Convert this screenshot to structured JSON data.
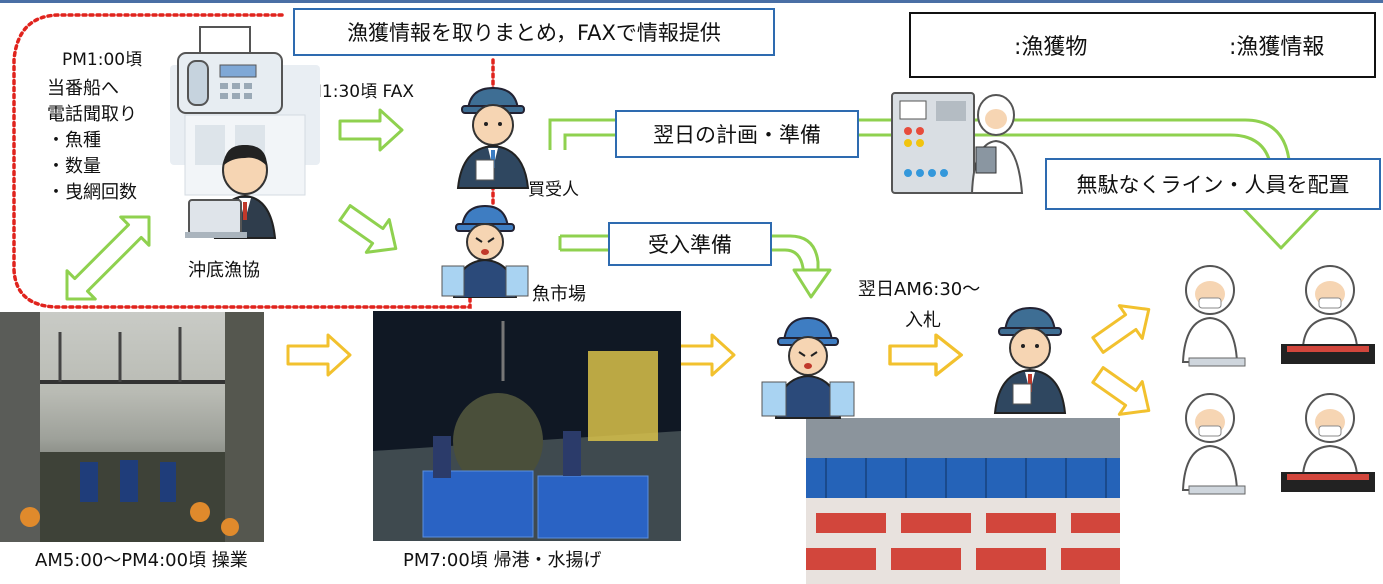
{
  "colors": {
    "catch_arrow": "#f2c12e",
    "info_arrow": "#8fd14f",
    "box_border": "#2e6bb0",
    "dotted": "#e0231d"
  },
  "title_box": "漁獲情報を取りまとめ，FAXで情報提供",
  "legend": {
    "catch_label": ":漁獲物",
    "info_label": ":漁獲情報"
  },
  "coop": {
    "time": "PM1:00頃",
    "lines": [
      "当番船へ",
      "電話聞取り",
      "・魚種",
      "・数量",
      "・曳網回数"
    ],
    "label": "沖底漁協"
  },
  "fax_label": "PM1:30頃 FAX",
  "buyer_label": "買受人",
  "market_label": "魚市場",
  "plan_box": "翌日の計画・準備",
  "receive_box": "受入準備",
  "line_box": "無駄なくライン・人員を配置",
  "auction": {
    "time": "翌日AM6:30〜",
    "label": "入札"
  },
  "captions": {
    "fishing": "AM5:00〜PM4:00頃 操業",
    "landing": "PM7:00頃 帰港・水揚げ"
  },
  "icons": [
    "fax-machine-icon",
    "office-worker-icon",
    "buyer-icon",
    "fish-market-worker-icon",
    "control-panel-icon",
    "factory-worker-icon"
  ]
}
